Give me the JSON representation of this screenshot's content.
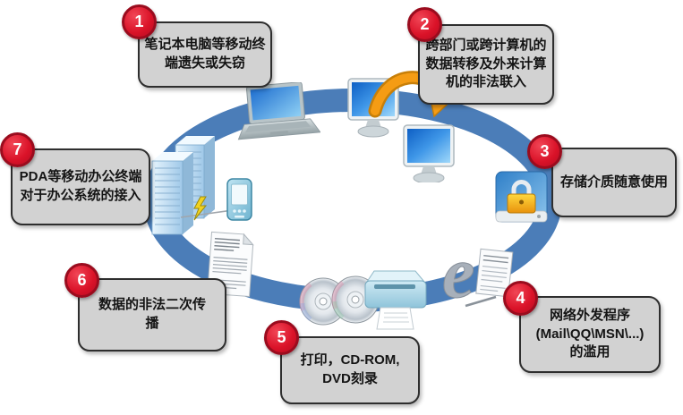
{
  "diagram": {
    "type": "cycle-threat-diagram",
    "colors": {
      "ring_blue": "#4b7db8",
      "callout_bg": "#d2d2d2",
      "callout_border": "#2e2e2e",
      "badge_red": "#da1228",
      "badge_border": "#9a0c1e",
      "arrow_orange": "#f59c14"
    },
    "icons": [
      "server-towers-icon",
      "laptop-icon",
      "dual-monitors-icon",
      "transfer-arrow-icon",
      "locked-drive-icon",
      "internet-e-icon",
      "outgoing-document-icon",
      "cd-discs-icon",
      "printer-icon",
      "document-icon",
      "pda-phone-icon",
      "wireless-lightning-icon",
      "network-ring"
    ],
    "callouts": [
      {
        "number": "1",
        "lines": [
          "笔记本电脑等移动终",
          "端遗失或失窃"
        ]
      },
      {
        "number": "2",
        "lines": [
          "跨部门或跨计算机的",
          "数据转移及外来计算",
          "机的非法联入"
        ]
      },
      {
        "number": "3",
        "lines": [
          "存储介质随意使用"
        ]
      },
      {
        "number": "4",
        "lines": [
          "网络外发程序",
          "(Mail\\QQ\\MSN\\...)",
          "的滥用"
        ]
      },
      {
        "number": "5",
        "lines": [
          "打印，CD-ROM,",
          "DVD刻录"
        ]
      },
      {
        "number": "6",
        "lines": [
          "数据的非法二次传",
          "播"
        ]
      },
      {
        "number": "7",
        "lines": [
          "PDA等移动办公终端",
          "对于办公系统的接入"
        ]
      }
    ]
  }
}
